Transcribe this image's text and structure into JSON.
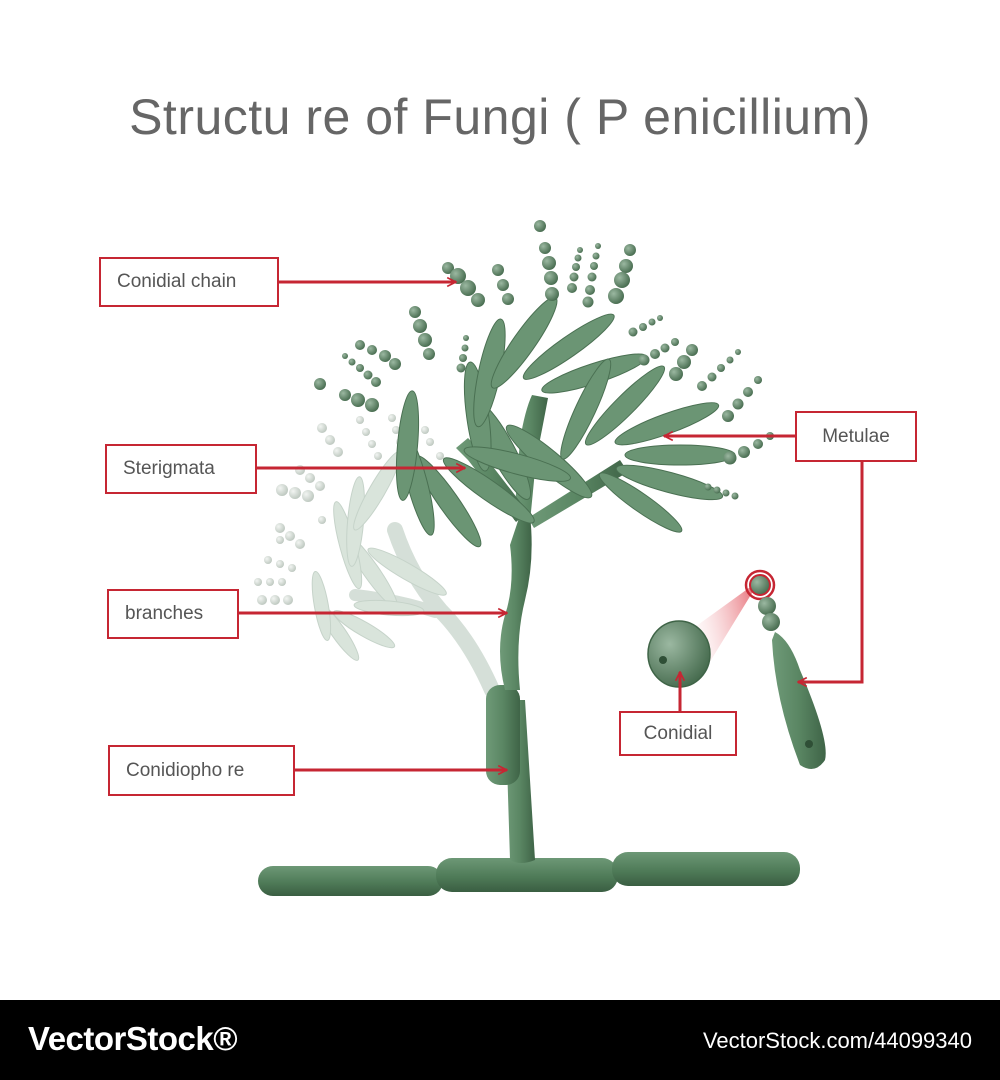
{
  "title": "Structu re of  Fungi ( P enicillium)",
  "labels": {
    "conidial_chain": "Conidial chain",
    "sterigmata": "Sterigmata",
    "branches": "branches",
    "conidiophore": "Conidiopho re",
    "metulae": "Metulae",
    "conidial": "Conidial"
  },
  "colors": {
    "fungus_green": "#5f8a68",
    "fungus_dark": "#4a7052",
    "ghost_green": "#cfdcd2",
    "arrow_red": "#c62633"
  },
  "footer": {
    "brand": "VectorStock®",
    "image_id": "VectorStock.com/44099340"
  }
}
